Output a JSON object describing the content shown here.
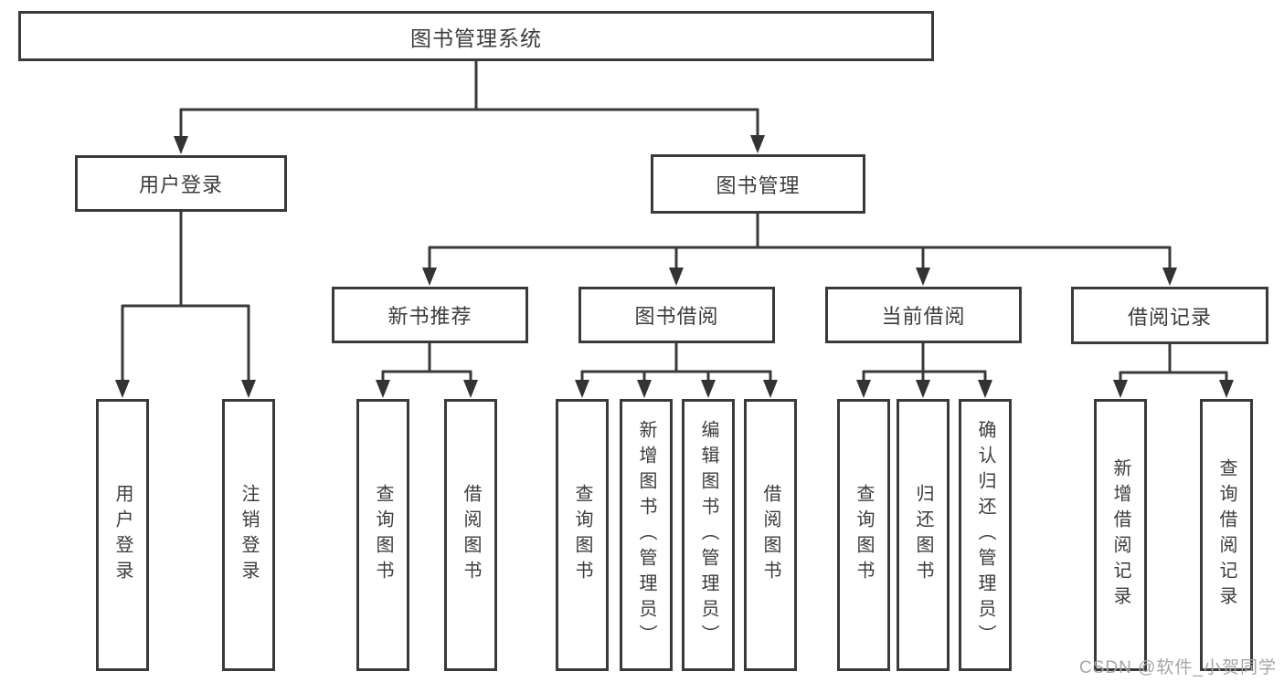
{
  "colors": {
    "line": "#3a3a3a",
    "text": "#3c3c3c",
    "watermark": "#a5a5a5",
    "background": "#ffffff"
  },
  "watermark": "CSDN @软件_小贺同学",
  "tree": {
    "root": {
      "label": "图书管理系统"
    },
    "level1": [
      {
        "label": "用户登录",
        "children": [
          {
            "label": "用户登录"
          },
          {
            "label": "注销登录"
          }
        ]
      },
      {
        "label": "图书管理",
        "groups": [
          {
            "label": "新书推荐",
            "children": [
              {
                "label": "查询图书"
              },
              {
                "label": "借阅图书"
              }
            ]
          },
          {
            "label": "图书借阅",
            "children": [
              {
                "label": "查询图书"
              },
              {
                "label": "新增图书（管理员）"
              },
              {
                "label": "编辑图书（管理员）"
              },
              {
                "label": "借阅图书"
              }
            ]
          },
          {
            "label": "当前借阅",
            "children": [
              {
                "label": "查询图书"
              },
              {
                "label": "归还图书"
              },
              {
                "label": "确认归还（管理员）"
              }
            ]
          },
          {
            "label": "借阅记录",
            "children": [
              {
                "label": "新增借阅记录"
              },
              {
                "label": "查询借阅记录"
              }
            ]
          }
        ]
      }
    ]
  }
}
